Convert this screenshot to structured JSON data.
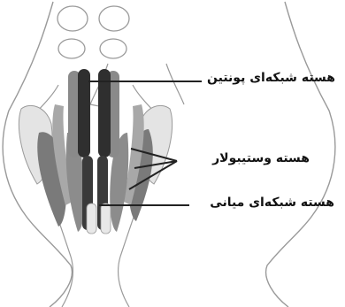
{
  "labels": {
    "pontine_reticular": "هسته شبکه‌ای پونتین",
    "vestibular": "هسته وستیبولار",
    "medullary_reticular": "هسته شبکه‌ای میانی"
  },
  "colors": {
    "outline": "#9a9a9a",
    "dark_nucleus": "#2f2f2f",
    "medium_nucleus": "#7a7a7a",
    "light_nucleus": "#b9b9b9",
    "pale_fill": "#e2e2e2",
    "leader_line": "#222222"
  }
}
